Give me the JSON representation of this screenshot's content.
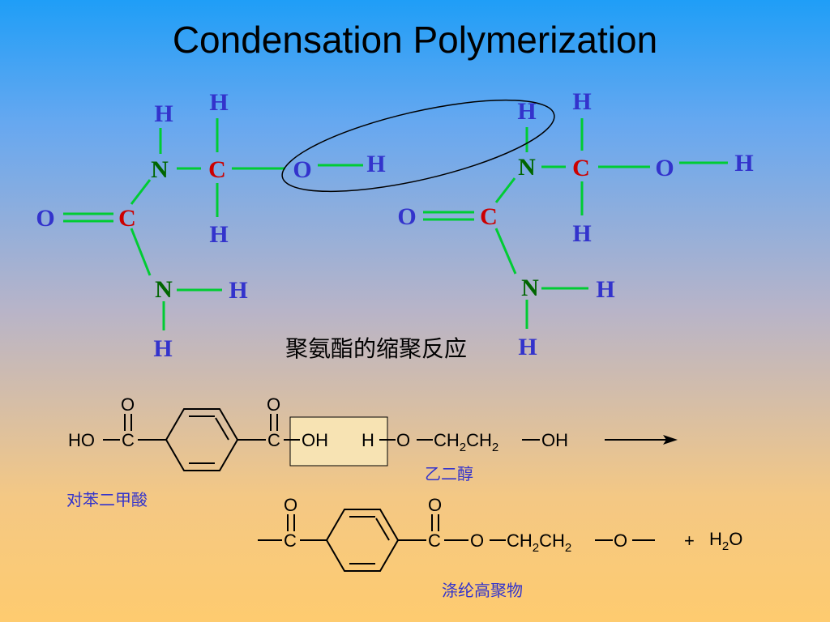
{
  "slide": {
    "title": "Condensation Polymerization",
    "caption_polyurethane": "聚氨酯的缩聚反应",
    "label_ethylene_glycol": "乙二醇",
    "label_terephthalic_acid": "对苯二甲酸",
    "label_polyester": "涤纶高聚物"
  },
  "atoms": {
    "H": "H",
    "N": "N",
    "C": "C",
    "O": "O"
  },
  "reaction": {
    "HO": "HO",
    "C": "C",
    "O": "O",
    "OH": "OH",
    "H": "H",
    "CH": "CH",
    "sub2": "2",
    "plus": "+"
  },
  "colors": {
    "H": "#3333cc",
    "N": "#006600",
    "C": "#cc0000",
    "O": "#3333cc",
    "bond": "#00cc33",
    "highlight_box": "#f7e3b3",
    "caption": "#3333cc"
  }
}
